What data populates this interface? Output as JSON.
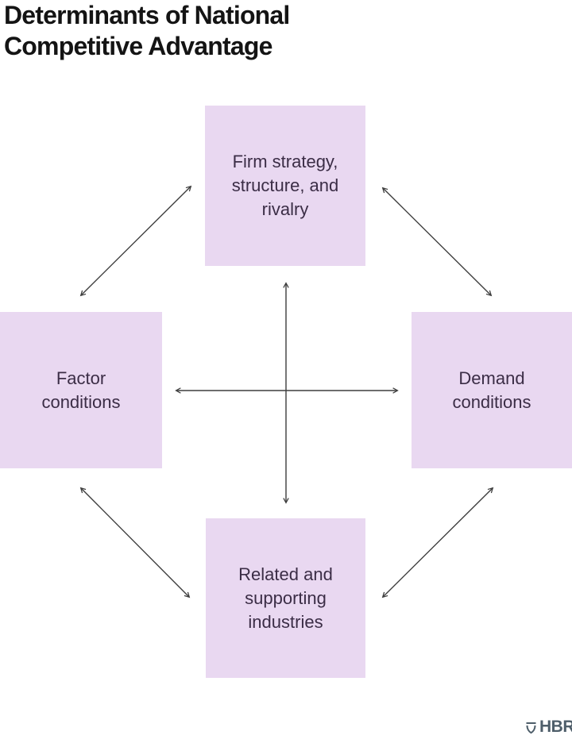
{
  "page": {
    "title": "Determinants of National\nCompetitive Advantage"
  },
  "theme": {
    "background": "#ffffff",
    "box_fill": "#e9d8f1",
    "box_text": "#3b2d46",
    "arrow": "#3d3d3d",
    "title_color": "#141414",
    "logo_color": "#4e5e6a"
  },
  "diagram": {
    "type": "diamond-network",
    "nodes": [
      {
        "id": "firm-strategy-structure-rivalry",
        "position": "top",
        "label": "Firm strategy,\nstructure, and\nrivalry"
      },
      {
        "id": "factor-conditions",
        "position": "left",
        "label": "Factor\nconditions"
      },
      {
        "id": "demand-conditions",
        "position": "right",
        "label": "Demand\nconditions"
      },
      {
        "id": "related-supporting-industries",
        "position": "bottom",
        "label": "Related and\nsupporting\nindustries"
      }
    ],
    "edges": [
      {
        "from": "firm-strategy-structure-rivalry",
        "to": "factor-conditions",
        "bidirectional": true
      },
      {
        "from": "firm-strategy-structure-rivalry",
        "to": "demand-conditions",
        "bidirectional": true
      },
      {
        "from": "firm-strategy-structure-rivalry",
        "to": "related-supporting-industries",
        "bidirectional": true
      },
      {
        "from": "factor-conditions",
        "to": "demand-conditions",
        "bidirectional": true
      },
      {
        "from": "factor-conditions",
        "to": "related-supporting-industries",
        "bidirectional": true
      },
      {
        "from": "demand-conditions",
        "to": "related-supporting-industries",
        "bidirectional": true
      }
    ]
  },
  "footer": {
    "logo_text": "HBR"
  }
}
